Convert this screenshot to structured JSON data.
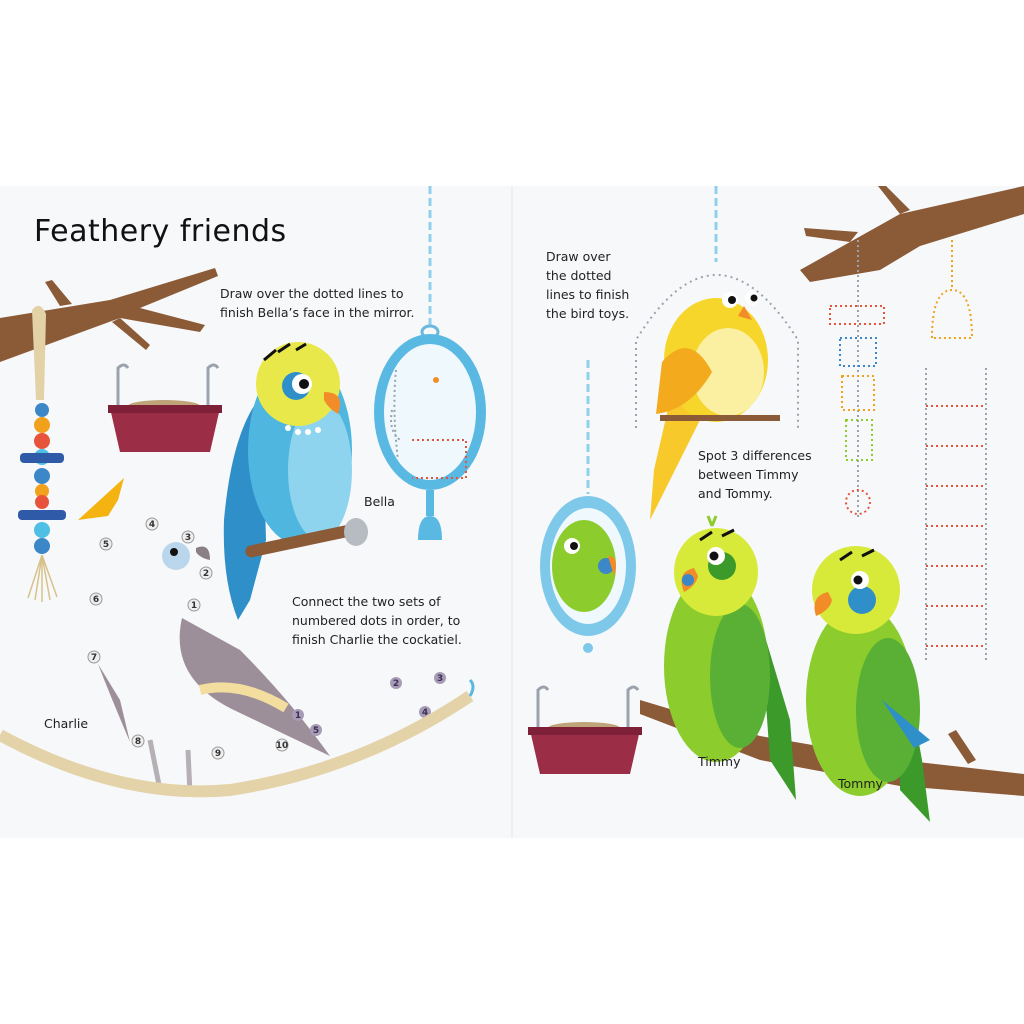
{
  "page": {
    "title": "Feathery friends",
    "instructions": {
      "mirror": "Draw over the dotted lines to finish Bella’s face in the mirror.",
      "dots": "Connect the two sets of numbered dots in order, to finish Charlie the cockatiel.",
      "toys": "Draw over the dotted lines to finish the bird toys.",
      "differences": "Spot 3 differences between Timmy and Tommy."
    },
    "names": {
      "bella": "Bella",
      "charlie": "Charlie",
      "timmy": "Timmy",
      "tommy": "Tommy"
    },
    "dot_labels": [
      "1",
      "2",
      "3",
      "4",
      "5",
      "6",
      "7",
      "8",
      "9",
      "10",
      "1",
      "2",
      "3",
      "4",
      "5"
    ]
  },
  "colors": {
    "branch": "#8b5a37",
    "chain": "#8fd0ec",
    "seed_tray": "#9b2d46",
    "bella_blue": "#4fb6e0",
    "budgie_green": "#8ccc2c",
    "yellow_bird": "#f7d62c",
    "rope": "#e4d3a8"
  }
}
